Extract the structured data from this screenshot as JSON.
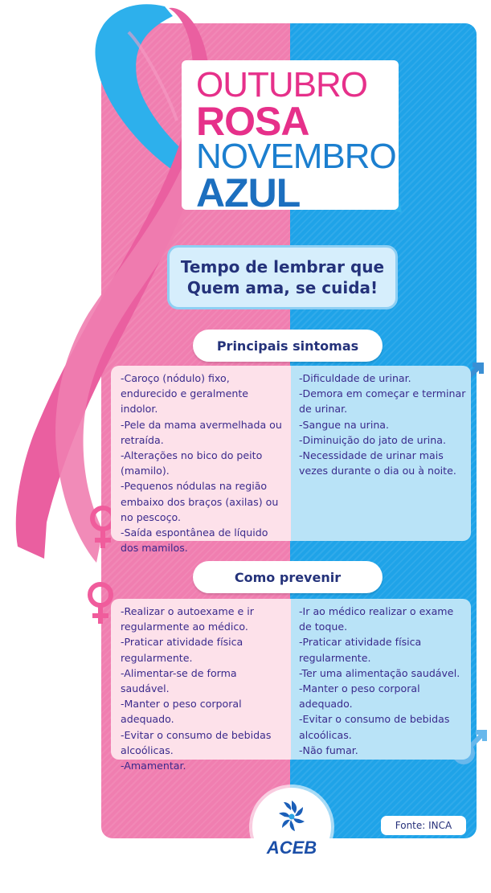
{
  "title": {
    "line1": "OUTUBRO",
    "line2": "ROSA",
    "line3": "NOVEMBRO",
    "line4": "AZUL"
  },
  "slogan": {
    "line1": "Tempo de lembrar que",
    "line2": "Quem ama, se cuida!"
  },
  "sintomas": {
    "heading": "Principais sintomas",
    "women": [
      "-Caroço (nódulo) fixo, endurecido e geralmente indolor.",
      "-Pele da mama avermelhada ou retraída.",
      "-Alterações no bico do peito (mamilo).",
      "-Pequenos nódulas na região embaixo dos braços (axilas) ou no pescoço.",
      "-Saída espontânea de líquido dos mamilos."
    ],
    "men": [
      "-Dificuldade de urinar.",
      "-Demora em começar e terminar de urinar.",
      "-Sangue na urina.",
      "-Diminuição do jato de urina.",
      "-Necessidade de urinar mais vezes durante o dia ou à noite."
    ]
  },
  "prevenir": {
    "heading": "Como prevenir",
    "women": [
      "-Realizar o autoexame e ir regularmente ao médico.",
      "-Praticar atividade física regularmente.",
      "-Alimentar-se de forma saudável.",
      "-Manter o peso corporal adequado.",
      "-Evitar o consumo de bebidas alcoólicas.",
      "-Amamentar."
    ],
    "men": [
      "-Ir ao médico realizar o exame de toque.",
      "-Praticar atividade física regularmente.",
      "-Ter uma alimentação saudável.",
      "-Manter o peso corporal adequado.",
      "-Evitar o consumo de bebidas alcoólicas.",
      "-Não fumar."
    ]
  },
  "fonte": "Fonte: INCA",
  "logo": {
    "text": "ACEB"
  },
  "icons": [
    "ribbon-icon",
    "female-symbol-icon",
    "male-symbol-icon",
    "aceb-logo-icon"
  ],
  "colors": {
    "pink": "#f07eb0",
    "blue": "#1fa3e8",
    "title_pink": "#e6308a",
    "title_blue": "#1c6fbf",
    "text_navy": "#24327a"
  }
}
